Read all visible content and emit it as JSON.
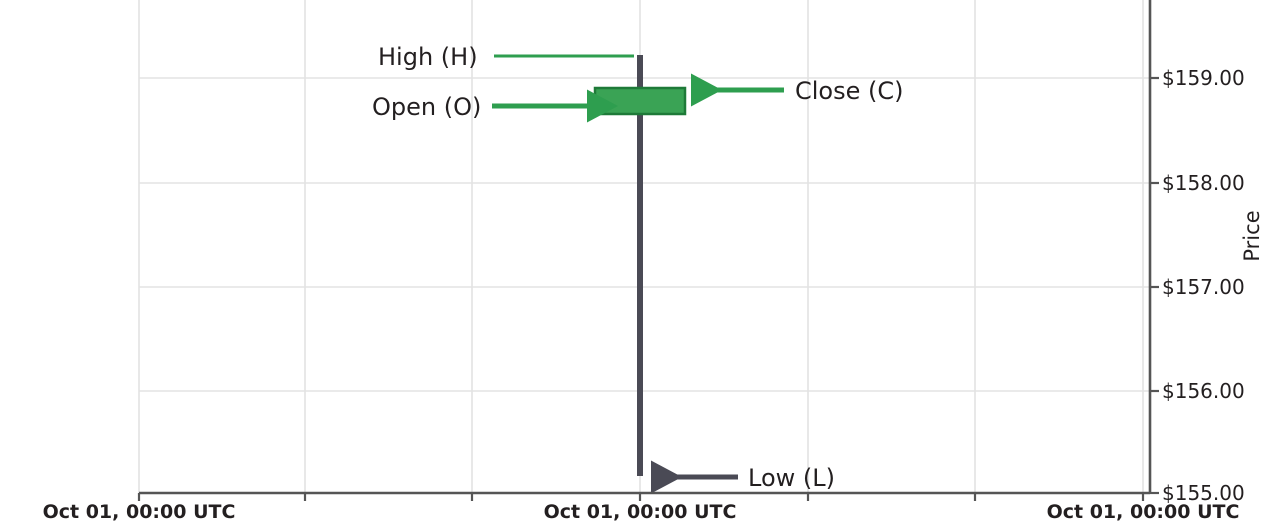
{
  "chart_data": {
    "type": "candlestick",
    "title": "",
    "xlabel": "",
    "ylabel": "Price",
    "ylim": [
      155.0,
      159.3
    ],
    "y_ticks": [
      155.0,
      156.0,
      157.0,
      158.0,
      159.0
    ],
    "y_tick_labels": [
      "$155.00",
      "$156.00",
      "$157.00",
      "$158.00",
      "$159.00"
    ],
    "x_tick_labels": [
      "Oct 01, 00:00 UTC",
      "Oct 01, 00:00 UTC",
      "Oct 01, 00:00 UTC"
    ],
    "grid": true,
    "legend": "none",
    "candles": [
      {
        "label": "Oct 01, 00:00 UTC",
        "open": 158.67,
        "high": 159.23,
        "low": 155.17,
        "close": 158.91,
        "direction": "bullish"
      }
    ],
    "annotations": [
      {
        "id": "high",
        "label": "High (H)",
        "target": "wick-top",
        "arrow": "none",
        "color": "#2e9e4f"
      },
      {
        "id": "open",
        "label": "Open (O)",
        "target": "body-bottom",
        "arrow": "right",
        "color": "#2e9e4f"
      },
      {
        "id": "close",
        "label": "Close (C)",
        "target": "body-top",
        "arrow": "left",
        "color": "#2e9e4f"
      },
      {
        "id": "low",
        "label": "Low (L)",
        "target": "wick-bottom",
        "arrow": "left",
        "color": "#4a4a55"
      }
    ]
  },
  "colors": {
    "bullish_fill": "#3aa355",
    "bullish_edge": "#1e7a38",
    "wick": "#4a4a55",
    "annotation_green": "#2e9e4f",
    "annotation_gray": "#4a4a55",
    "grid": "#e3e3e3",
    "axis_spine": "#555555",
    "text": "#231f20",
    "background": "#ffffff"
  },
  "axes": {
    "y_axis_title": "Price",
    "y_ticks": [
      {
        "label": "$155.00"
      },
      {
        "label": "$156.00"
      },
      {
        "label": "$157.00"
      },
      {
        "label": "$158.00"
      },
      {
        "label": "$159.00"
      }
    ],
    "x_ticks": [
      {
        "label": "Oct 01, 00:00 UTC"
      },
      {
        "label": "Oct 01, 00:00 UTC"
      },
      {
        "label": "Oct 01, 00:00 UTC"
      }
    ]
  },
  "annotations": {
    "high": "High (H)",
    "open": "Open (O)",
    "close": "Close (C)",
    "low": "Low (L)"
  }
}
